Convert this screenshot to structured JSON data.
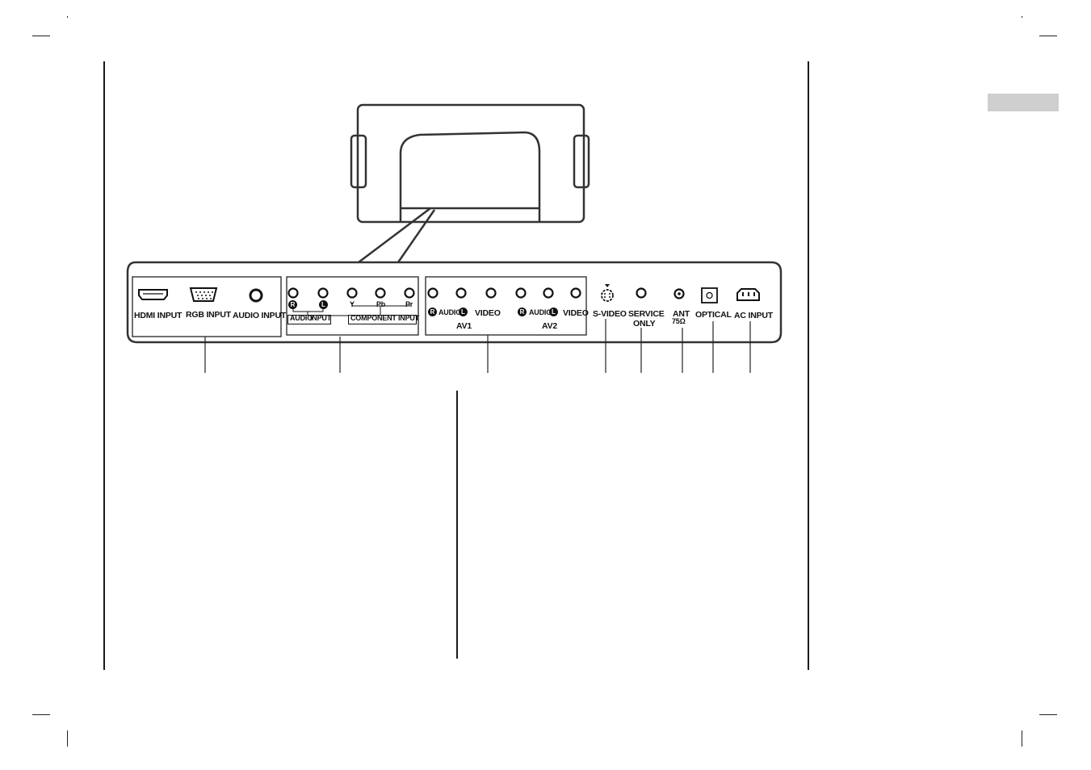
{
  "panel": {
    "hdmi_input": "HDMI INPUT",
    "rgb_input": "RGB INPUT",
    "audio_input": "AUDIO INPUT",
    "r_mark": "R",
    "l_mark": "L",
    "y_label": "Y",
    "pb_label": "Pb",
    "pr_label": "Pr",
    "audio_input_bracket_1": "AUDIO",
    "audio_input_bracket_2": "INPUT",
    "component_input": "COMPONENT INPUT",
    "audio": "AUDIO",
    "video": "VIDEO",
    "av1": "AV1",
    "av2": "AV2",
    "s_video": "S-VIDEO",
    "service": "SERVICE",
    "only": "ONLY",
    "ant": "ANT",
    "ant_ohm": "75Ω",
    "optical": "OPTICAL",
    "ac_input": "AC INPUT"
  },
  "colors": {
    "ink": "#111111",
    "tab_gray": "#cfcfcf",
    "panel_stroke": "#333333"
  }
}
